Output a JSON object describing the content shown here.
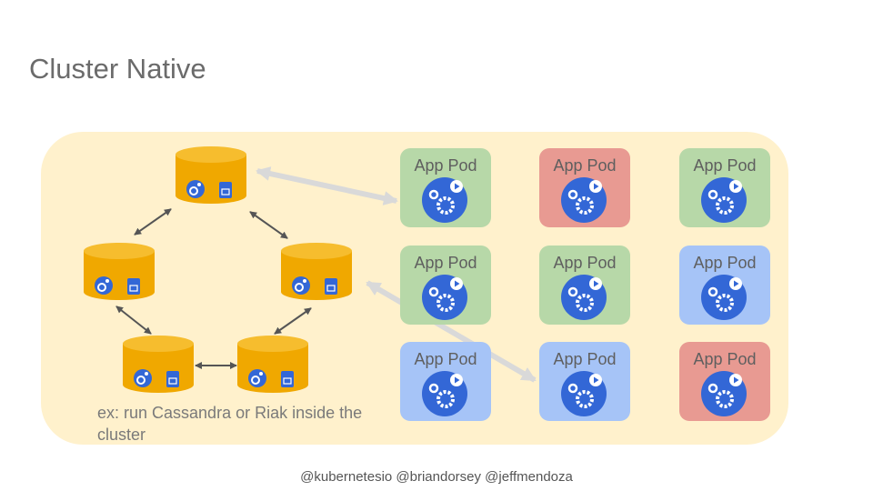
{
  "title": "Cluster Native",
  "caption": "ex: run Cassandra or Riak inside the cluster",
  "footer": "@kubernetesio @briandorsey @jeffmendoza",
  "colors": {
    "panel": "#fff1cc",
    "db_body": "#f0a800",
    "db_top": "#f6bd2e",
    "pod_green": "#b7d8a8",
    "pod_red": "#e89a92",
    "pod_blue": "#a6c4f7",
    "icon_blue": "#3367d6"
  },
  "db_icons": [
    "gears-icon",
    "storage-icon"
  ],
  "pods": [
    {
      "label": "App Pod",
      "status": "green",
      "icon": "gears-play-icon"
    },
    {
      "label": "App Pod",
      "status": "red",
      "icon": "gears-play-icon"
    },
    {
      "label": "App Pod",
      "status": "green",
      "icon": "gears-play-icon"
    },
    {
      "label": "App Pod",
      "status": "green",
      "icon": "gears-play-icon"
    },
    {
      "label": "App Pod",
      "status": "green",
      "icon": "gears-play-icon"
    },
    {
      "label": "App Pod",
      "status": "blue",
      "icon": "gears-play-icon"
    },
    {
      "label": "App Pod",
      "status": "blue",
      "icon": "gears-play-icon"
    },
    {
      "label": "App Pod",
      "status": "blue",
      "icon": "gears-play-icon"
    },
    {
      "label": "App Pod",
      "status": "red",
      "icon": "gears-play-icon"
    }
  ]
}
